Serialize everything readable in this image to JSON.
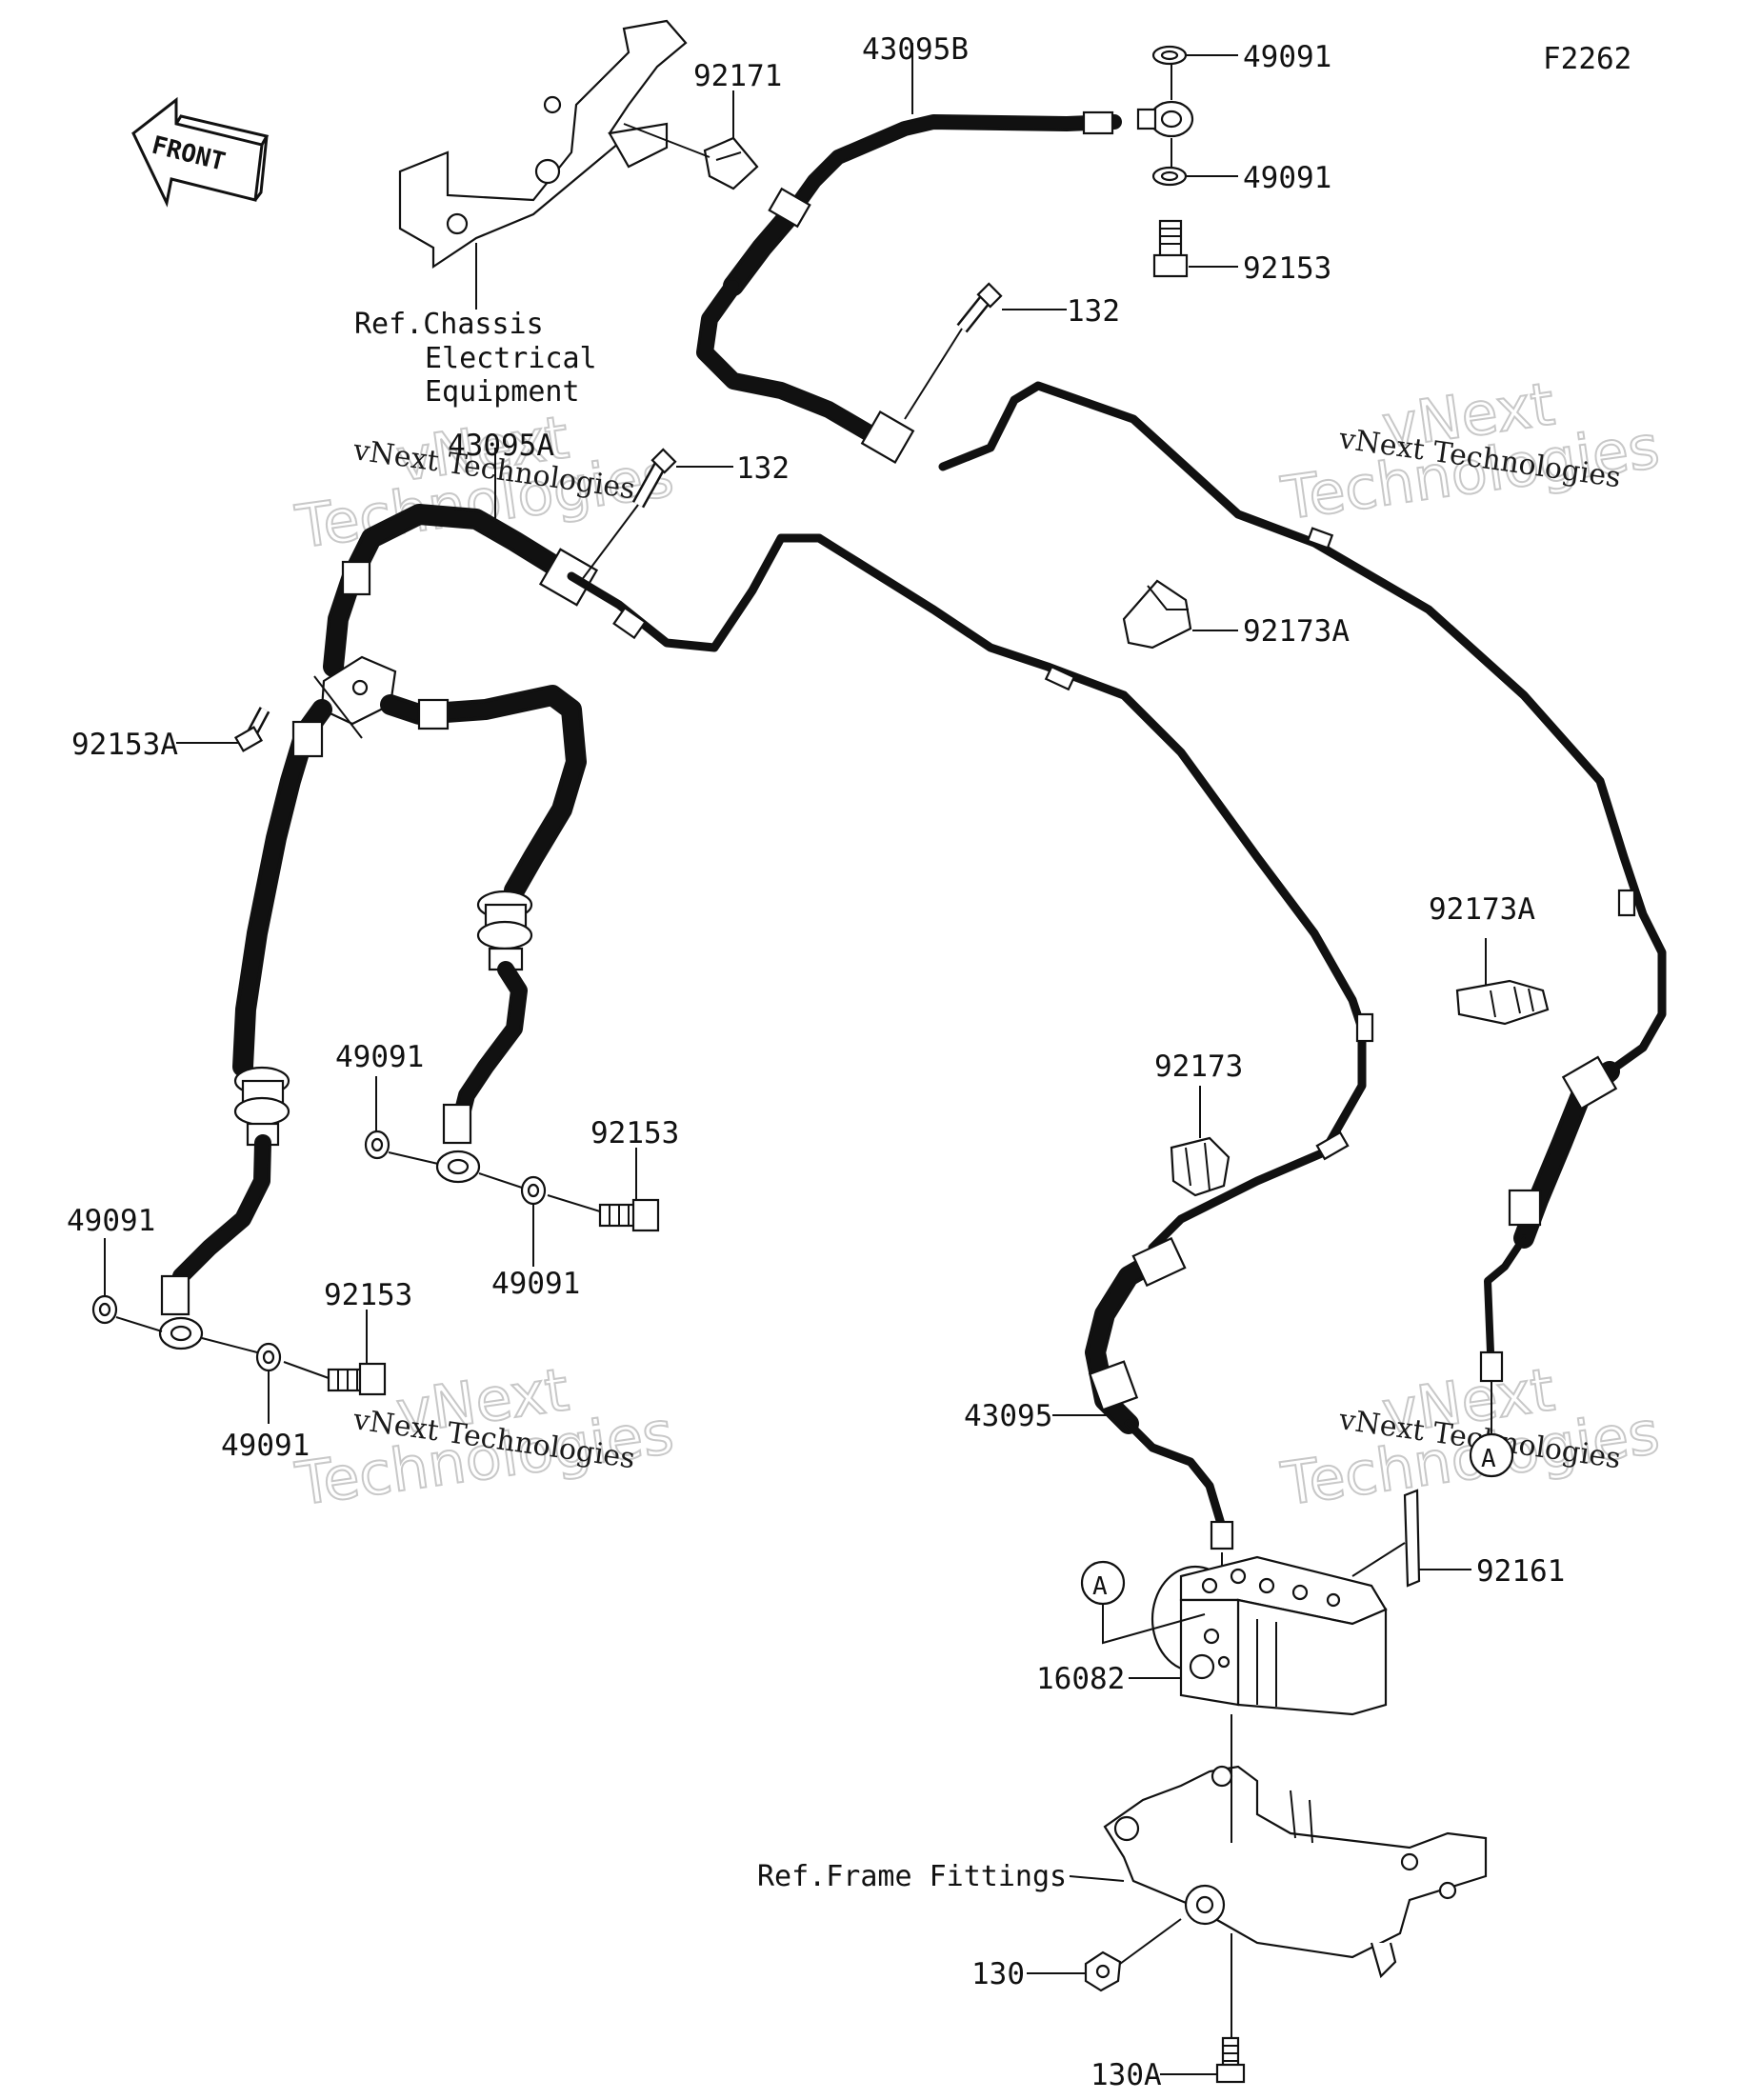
{
  "figure_code": "F2262",
  "front_label": "FRONT",
  "callouts": {
    "c_92171": "92171",
    "c_43095B": "43095B",
    "c_49091_top1": "49091",
    "c_49091_top2": "49091",
    "c_92153_top": "92153",
    "c_132_top": "132",
    "c_43095A": "43095A",
    "c_132_mid": "132",
    "c_92173A_1": "92173A",
    "c_92153A": "92153A",
    "c_92173A_2": "92173A",
    "c_49091_mid": "49091",
    "c_92153_mid": "92153",
    "c_92173": "92173",
    "c_49091_mid2": "49091",
    "c_49091_left": "49091",
    "c_92153_left": "92153",
    "c_49091_left2": "49091",
    "c_43095": "43095",
    "c_92161": "92161",
    "c_16082": "16082",
    "c_130": "130",
    "c_130A": "130A",
    "c_A": "A"
  },
  "references": {
    "chassis_line1": "Ref.Chassis",
    "chassis_line2": "Electrical",
    "chassis_line3": "Equipment",
    "frame": "Ref.Frame Fittings"
  },
  "watermarks": {
    "brand": "vNext Technologies",
    "line1": "vNext",
    "line2": "Technologies"
  },
  "colors": {
    "line": "#111111",
    "background": "#ffffff",
    "watermark": "#c8c8c8"
  }
}
